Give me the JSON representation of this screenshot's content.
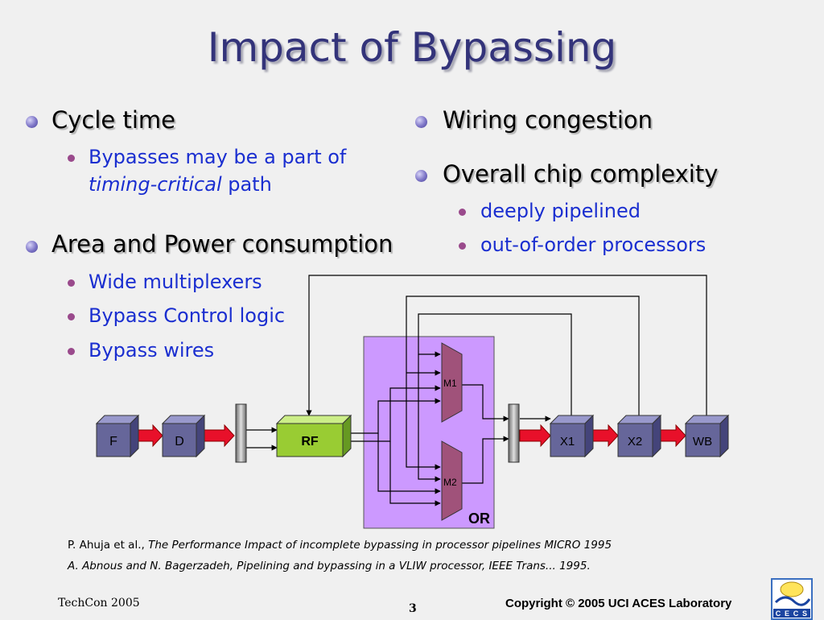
{
  "title": "Impact of Bypassing",
  "left_column": [
    {
      "label": "Cycle time",
      "subs": [
        [
          "Bypasses may be a part of"
        ],
        [
          "timing-critical",
          " path"
        ]
      ]
    },
    {
      "label": "Area and Power consumption",
      "subs": [
        [
          "Wide multiplexers"
        ],
        [
          "Bypass Control logic"
        ],
        [
          "Bypass wires"
        ]
      ]
    }
  ],
  "right_column": [
    {
      "label": "Wiring congestion",
      "subs": []
    },
    {
      "label": "Overall chip complexity",
      "subs": [
        [
          "deeply pipelined"
        ],
        [
          "out-of-order processors"
        ]
      ]
    }
  ],
  "diagram": {
    "stages": {
      "f": "F",
      "d": "D",
      "rf": "RF",
      "x1": "X1",
      "x2": "X2",
      "wb": "WB"
    },
    "muxes": {
      "m1": "M1",
      "m2": "M2"
    },
    "operand_read_label": "OR",
    "colors": {
      "stage": "#66669a",
      "rf": "#99cc33",
      "or_region": "#cc99ff",
      "mux": "#a0527a",
      "arrow": "#e8102a"
    }
  },
  "references": [
    {
      "authors": "P. Ahuja et al.,",
      "rest": " The Performance Impact of incomplete bypassing in processor pipelines MICRO 1995"
    },
    {
      "text": "A. Abnous and N. Bagerzadeh, Pipelining and bypassing in a VLIW processor, IEEE Trans... 1995."
    }
  ],
  "footer": {
    "left": "TechCon 2005",
    "page": "3",
    "copyright": "Copyright © 2005  UCI ACES Laboratory",
    "logo_letters": [
      "C",
      "E",
      "C",
      "S"
    ]
  }
}
